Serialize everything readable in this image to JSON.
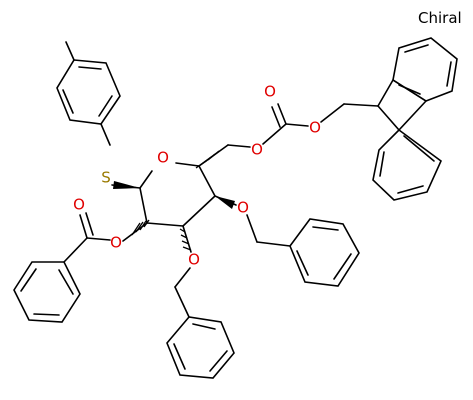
{
  "annotation": {
    "chiral_label": "Chiral"
  },
  "atom_labels": {
    "sulfur": "S",
    "ring_oxygen": "O",
    "carbonate_carbonyl_o": "O",
    "carbonate_ester_o_1": "O",
    "carbonate_ester_o_2": "O",
    "benzoyl_carbonyl_o": "O",
    "benzoyl_ester_o": "O",
    "benzyl_ether_o_1": "O",
    "benzyl_ether_o_2": "O"
  },
  "colors": {
    "bond": "#000000",
    "oxygen": "#e00000",
    "sulfur": "#9a7a00",
    "background": "#ffffff"
  }
}
